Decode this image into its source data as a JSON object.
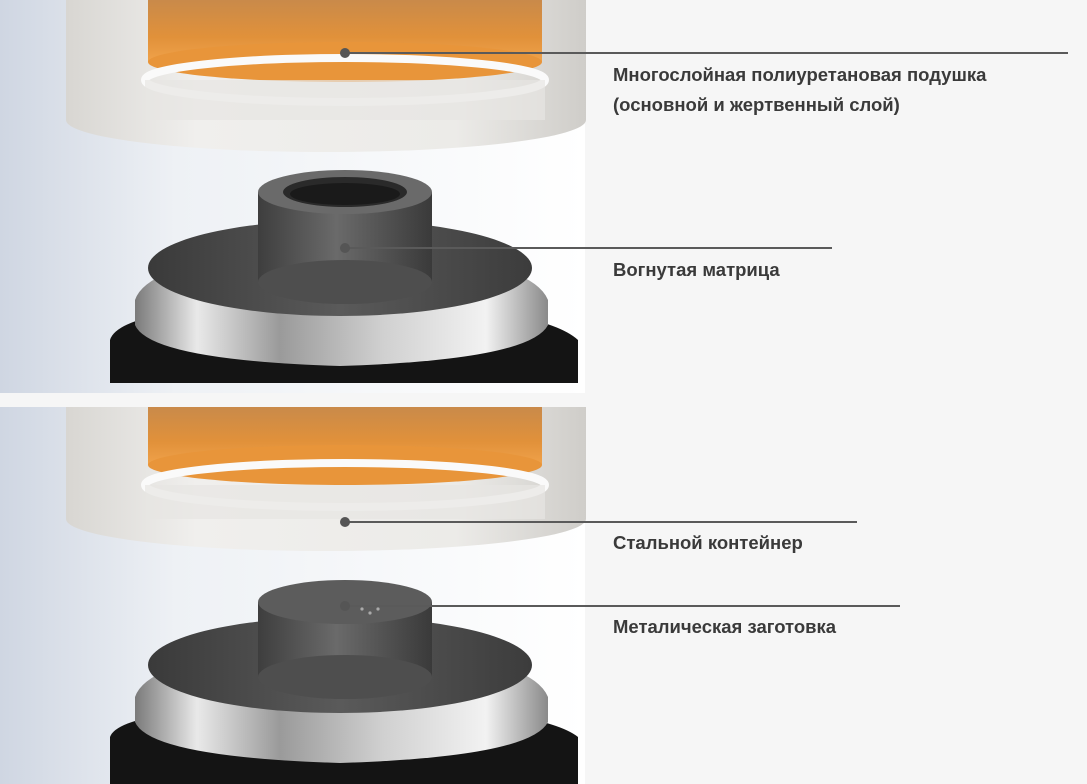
{
  "labels": {
    "cushion": {
      "line1": "Многослойная полиуретановая подушка",
      "line2": "(основной и жертвенный слой)"
    },
    "die": "Вогнутая матрица",
    "container": "Стальной контейнер",
    "blank": "Металическая заготовка"
  },
  "colors": {
    "background": "#f6f6f6",
    "cushion_orange": "#d9822b",
    "container_glass": "#e4e2de",
    "die_dark": "#4a4a4a",
    "steel_ring": "#b5b5b5",
    "base_black": "#151515",
    "text": "#3a3a3a"
  }
}
